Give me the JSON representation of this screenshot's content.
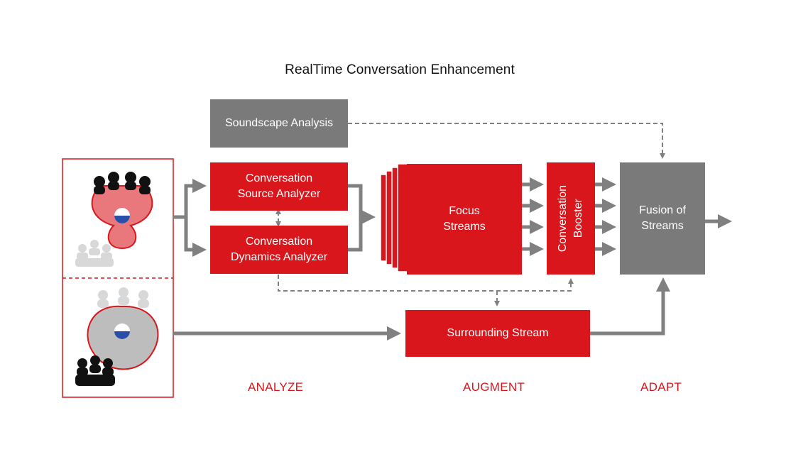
{
  "title": "RealTime Conversation Enhancement",
  "boxes": {
    "soundscape": "Soundscape Analysis",
    "source_analyzer": "Conversation\nSource Analyzer",
    "dynamics_analyzer": "Conversation\nDynamics Analyzer",
    "focus_streams": "Focus\nStreams",
    "booster": "Conversation\nBooster",
    "fusion": "Fusion of\nStreams",
    "surrounding": "Surrounding Stream"
  },
  "stages": [
    "ANALYZE",
    "AUGMENT",
    "ADAPT"
  ],
  "colors": {
    "accent_red": "#d9161b",
    "block_grey": "#7a7a7a",
    "arrow_grey": "#808080",
    "beam_pink": "#e8787c",
    "beam_grey": "#bdbdbd"
  }
}
